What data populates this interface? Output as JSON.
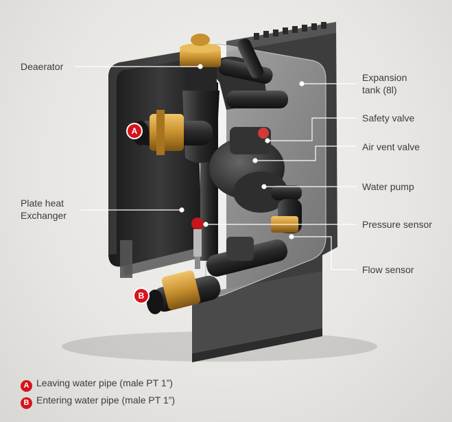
{
  "labels": {
    "deaerator": "Deaerator",
    "expansion_tank": "Expansion\ntank (8l)",
    "safety_valve": "Safety valve",
    "air_vent_valve": "Air vent valve",
    "water_pump": "Water pump",
    "plate_heat_exchanger": "Plate heat\nExchanger",
    "pressure_sensor": "Pressure sensor",
    "flow_sensor": "Flow sensor"
  },
  "badges": {
    "a": "A",
    "b": "B"
  },
  "legend": [
    {
      "badge": "A",
      "text": "Leaving water pipe (male PT 1”)"
    },
    {
      "badge": "B",
      "text": "Entering water pipe (male PT 1”)"
    }
  ],
  "colors": {
    "badge": "#d7141c",
    "brass": "#c8902e",
    "pipe": "#2b2b2b",
    "leader_line": "#ffffff"
  }
}
